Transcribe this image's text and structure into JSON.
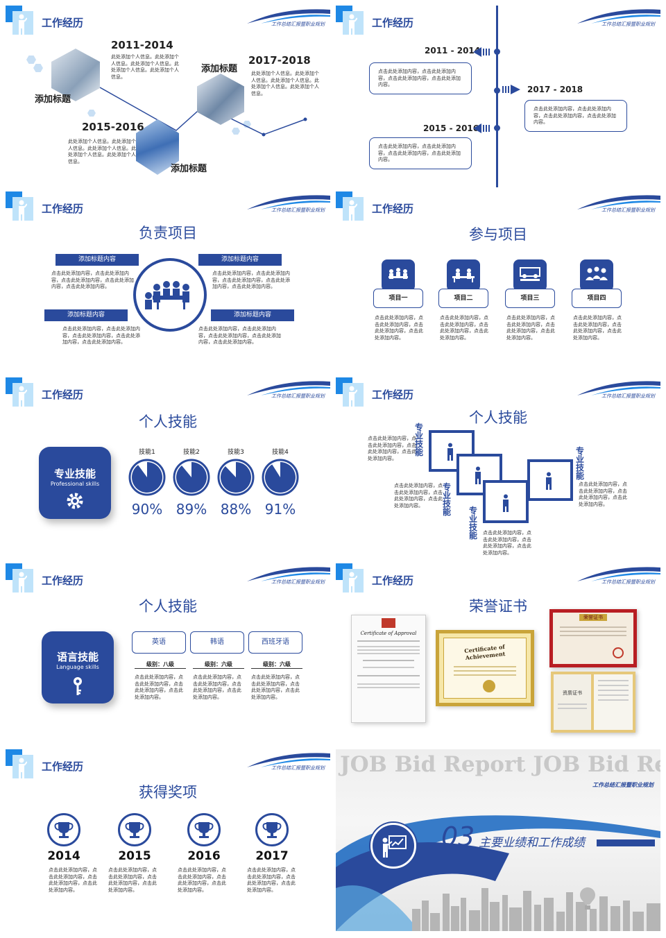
{
  "common": {
    "header_title": "工作经历",
    "header_subtitle": "工作总结汇报暨职业规划",
    "placeholder_short": "此处添加个人信息。此处添加个人信息。此处添加个人信息。此处添加个人信息。此处添加个人信息。",
    "click_text": "点击此处添加内容，点击此处添加内容，点击此处添加内容。"
  },
  "slide1": {
    "periods": [
      {
        "years": "2011-2014",
        "text": "此处添加个人信息。此处添加个人信息。此处添加个人信息。此处添加个人信息。此处添加个人信息。"
      },
      {
        "years": "2015-2016",
        "text": "此处添加个人信息。此处添加个人信息。此处添加个人信息。此处添加个人信息。此处添加个人信息。"
      },
      {
        "years": "2017-2018",
        "text": "此处添加个人信息。此处添加个人信息。此处添加个人信息。此处添加个人信息。此处添加个人信息。"
      }
    ],
    "labels": [
      "添加标题",
      "添加标题",
      "添加标题"
    ]
  },
  "slide2": {
    "items": [
      {
        "years": "2011 - 2014",
        "text": "点击此处添加内容，点击此处添加内容，点击此处添加内容，点击此处添加内容。"
      },
      {
        "years": "2017 - 2018",
        "text": "点击此处添加内容，点击此处添加内容，点击此处添加内容，点击此处添加内容。"
      },
      {
        "years": "2015 - 2016",
        "text": "点击此处添加内容，点击此处添加内容，点击此处添加内容，点击此处添加内容。"
      }
    ]
  },
  "slide3": {
    "title": "负责项目",
    "bars": [
      "添加标题内容",
      "添加标题内容",
      "添加标题内容",
      "添加标题内容"
    ],
    "text": "点击此处添加内容，点击此处添加内容，点击此处添加内容，点击此处添加内容，点击此处添加内容。"
  },
  "slide4": {
    "title": "参与项目",
    "items": [
      "项目一",
      "项目二",
      "项目三",
      "项目四"
    ],
    "text": "点击此处添加内容，点击此处添加内容，点击此处添加内容，点击此处添加内容。"
  },
  "slide5": {
    "title": "个人技能",
    "card_title": "专业技能",
    "card_sub": "Professional skills",
    "skills": [
      {
        "name": "技能1",
        "value": 90,
        "label": "90%"
      },
      {
        "name": "技能2",
        "value": 89,
        "label": "89%"
      },
      {
        "name": "技能3",
        "value": 88,
        "label": "88%"
      },
      {
        "name": "技能4",
        "value": 91,
        "label": "91%"
      }
    ]
  },
  "slide6": {
    "title": "个人技能",
    "label": "专业技能",
    "text": "点击此处添加内容，点击此处添加内容，点击此处添加内容，点击此处添加内容。"
  },
  "slide7": {
    "title": "个人技能",
    "card_title": "语言技能",
    "card_sub": "Language skills",
    "langs": [
      {
        "name": "英语",
        "level": "级别：八级"
      },
      {
        "name": "韩语",
        "level": "级别：六级"
      },
      {
        "name": "西班牙语",
        "level": "级别：六级"
      }
    ],
    "text": "点击此处添加内容，点击此处添加内容，点击此处添加内容，点击此处添加内容。"
  },
  "slide8": {
    "title": "荣誉证书",
    "cert1_head": "Certificate of Approval",
    "cert2_head": "Certificate of Achievement",
    "cert3_head": "荣誉证书",
    "cert4_head": "资质证书"
  },
  "slide9": {
    "title": "获得奖项",
    "years": [
      "2014",
      "2015",
      "2016",
      "2017"
    ],
    "text": "点击此处添加内容，点击此处添加内容，点击此处添加内容，点击此处添加内容。"
  },
  "slide10": {
    "bg_text": "JOB Bid Report  JOB Bid Report",
    "subtitle": "工作总结汇报暨职业规划",
    "number": "03",
    "heading": "主要业绩和工作成绩"
  },
  "colors": {
    "primary": "#2a4a9c",
    "accent": "#1e88e5",
    "light": "#c8dff4"
  }
}
